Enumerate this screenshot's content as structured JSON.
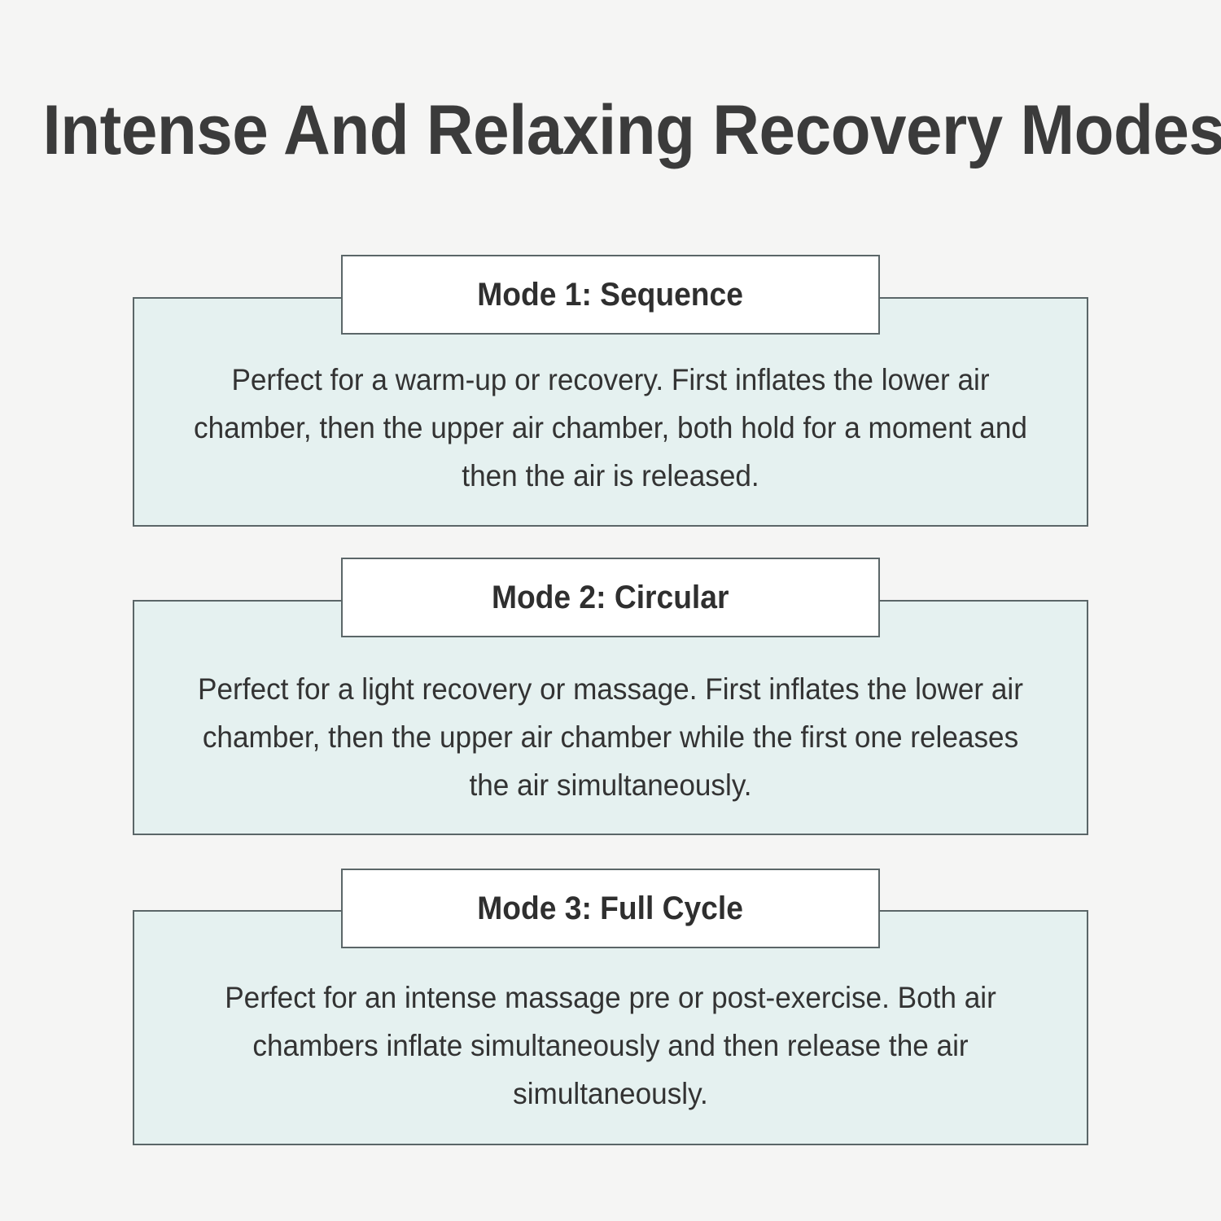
{
  "page": {
    "title": "Intense And Relaxing Recovery Modes",
    "background_color": "#f5f5f4",
    "title_color": "#3b3b3b"
  },
  "theme": {
    "card_fill": "#e5f1f0",
    "card_border": "#5b6668",
    "header_fill": "#ffffff",
    "body_text_color": "#333333"
  },
  "modes": [
    {
      "header": "Mode 1: Sequence",
      "body": "Perfect for a warm-up or recovery. First inflates the lower air chamber, then the upper air chamber, both hold for a moment and then the air is released."
    },
    {
      "header": "Mode 2: Circular",
      "body": "Perfect for a light recovery or massage. First inflates the lower air chamber, then the upper air chamber while the first one releases the air simultaneously."
    },
    {
      "header": "Mode 3: Full Cycle",
      "body": "Perfect for an intense massage pre or post-exercise. Both air chambers inflate simultaneously and then release the air simultaneously."
    }
  ]
}
